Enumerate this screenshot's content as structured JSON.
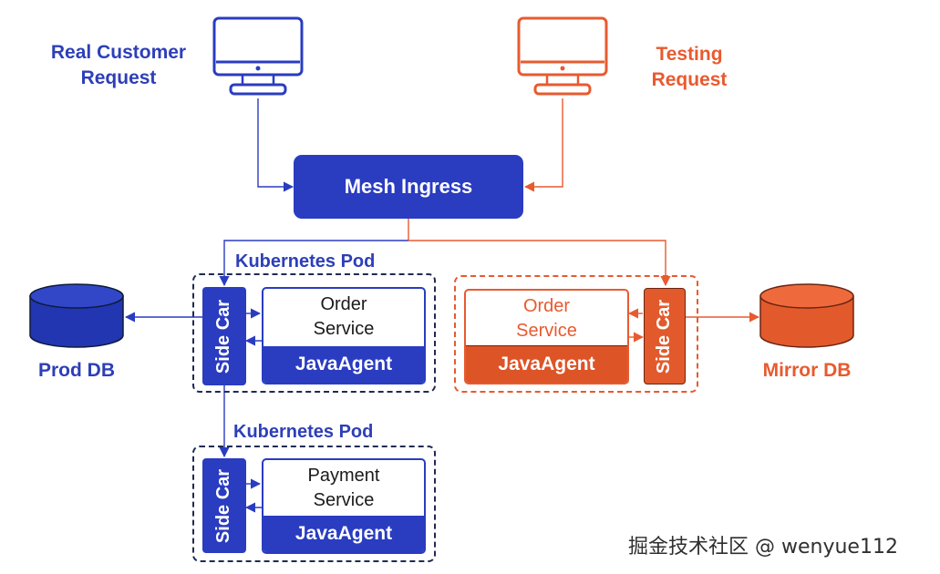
{
  "clients": {
    "real": {
      "label_line1": "Real Customer",
      "label_line2": "Request",
      "icon": "monitor-icon"
    },
    "testing": {
      "label_line1": "Testing",
      "label_line2": "Request",
      "icon": "monitor-icon"
    }
  },
  "ingress": {
    "label": "Mesh Ingress"
  },
  "pods": {
    "order_prod": {
      "title": "Kubernetes Pod",
      "sidecar": "Side Car",
      "service_line1": "Order",
      "service_line2": "Service",
      "agent": "JavaAgent"
    },
    "order_mirror": {
      "sidecar": "Side Car",
      "service_line1": "Order",
      "service_line2": "Service",
      "agent": "JavaAgent"
    },
    "payment": {
      "title": "Kubernetes Pod",
      "sidecar": "Side Car",
      "service_line1": "Payment",
      "service_line2": "Service",
      "agent": "JavaAgent"
    }
  },
  "databases": {
    "prod": {
      "label": "Prod DB",
      "icon": "database-icon"
    },
    "mirror": {
      "label": "Mirror DB",
      "icon": "database-icon"
    }
  },
  "colors": {
    "primary": "#2a3cc0",
    "primary_text": "#2d3fb8",
    "mirror": "#e85a2f",
    "pod_border": "#1f2a52"
  },
  "watermark": "掘金技术社区 @ wenyue112"
}
